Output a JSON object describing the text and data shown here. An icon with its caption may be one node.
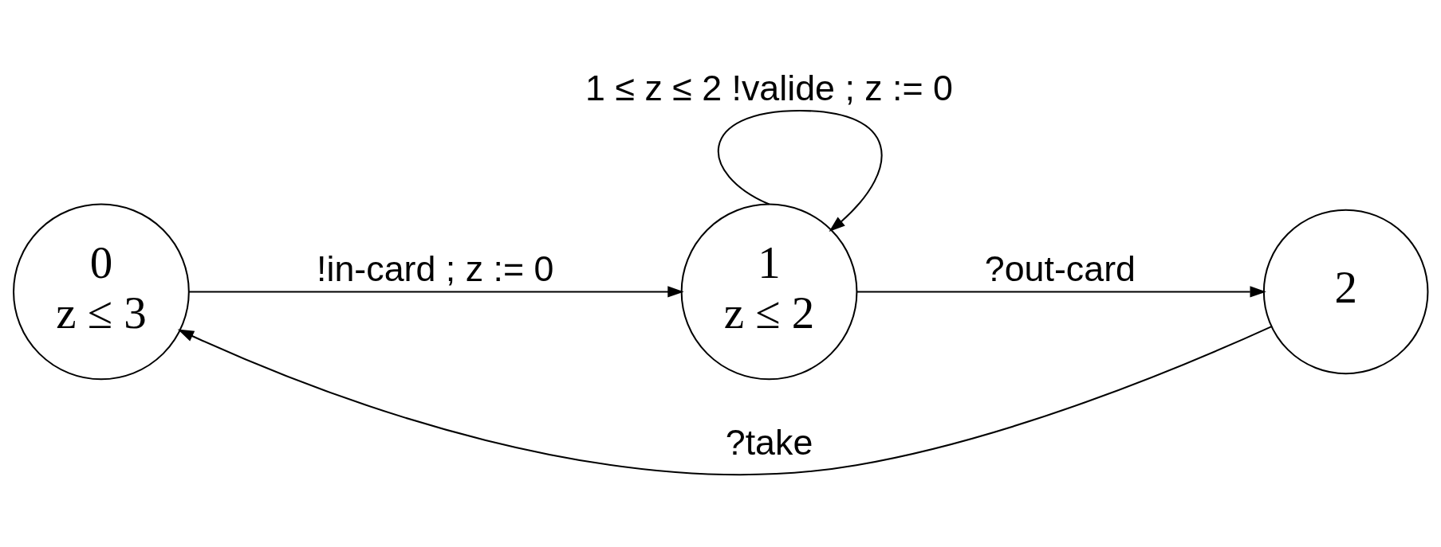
{
  "diagram": {
    "nodes": [
      {
        "text": [
          "0",
          "z ≤ 3"
        ]
      },
      {
        "text": [
          "1",
          "z ≤ 2"
        ]
      },
      {
        "text": [
          "2"
        ]
      }
    ],
    "edges": [
      {
        "from": 0,
        "to": 1,
        "arrow": "to",
        "label": "!in-card ; z := 0"
      },
      {
        "from": 1,
        "to": 1,
        "arrow": "to",
        "label": "1 ≤ z ≤ 2 !valide ; z := 0"
      },
      {
        "from": 1,
        "to": 2,
        "arrow": "to",
        "label": "?out-card"
      },
      {
        "from": 2,
        "to": 0,
        "arrow": "to",
        "label": "?take"
      }
    ]
  }
}
